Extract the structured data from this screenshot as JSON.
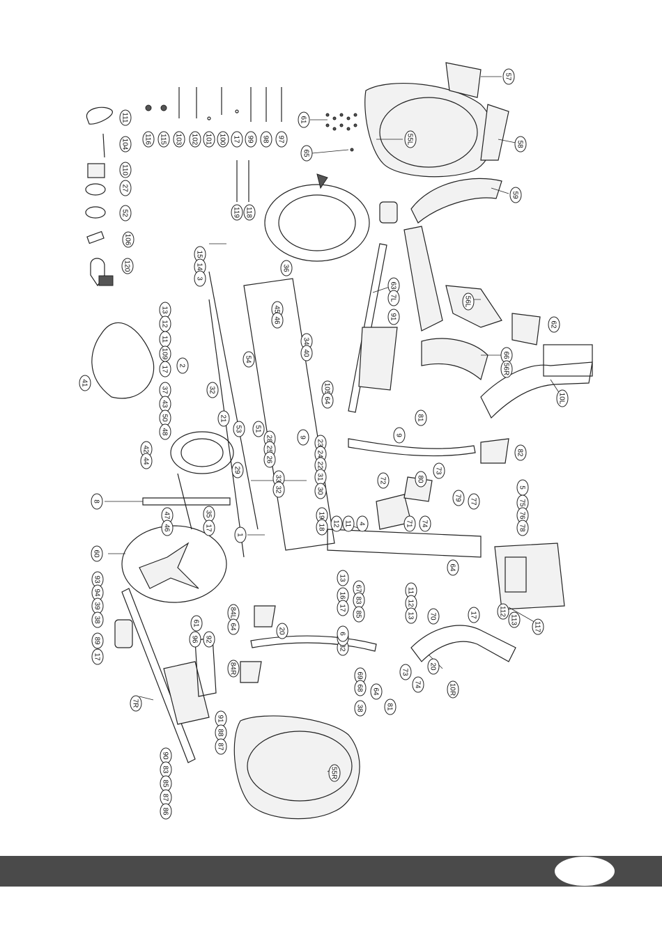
{
  "diagram": {
    "callouts": [
      {
        "id": "c111",
        "label": "111"
      },
      {
        "id": "c104",
        "label": "104"
      },
      {
        "id": "c110",
        "label": "110"
      },
      {
        "id": "c27",
        "label": "27"
      },
      {
        "id": "c52",
        "label": "52"
      },
      {
        "id": "c106",
        "label": "106"
      },
      {
        "id": "c120",
        "label": "120"
      },
      {
        "id": "c116",
        "label": "116"
      },
      {
        "id": "c115",
        "label": "115"
      },
      {
        "id": "c103",
        "label": "103"
      },
      {
        "id": "c102",
        "label": "102"
      },
      {
        "id": "c101",
        "label": "101"
      },
      {
        "id": "c100",
        "label": "100"
      },
      {
        "id": "c17a",
        "label": "17"
      },
      {
        "id": "c99",
        "label": "99"
      },
      {
        "id": "c98",
        "label": "98"
      },
      {
        "id": "c97",
        "label": "97"
      },
      {
        "id": "c119",
        "label": "119"
      },
      {
        "id": "c118",
        "label": "118"
      },
      {
        "id": "c61a",
        "label": "61"
      },
      {
        "id": "c65",
        "label": "65"
      },
      {
        "id": "c55l",
        "label": "55L"
      },
      {
        "id": "c57",
        "label": "57"
      },
      {
        "id": "c58",
        "label": "58"
      },
      {
        "id": "c59",
        "label": "59"
      },
      {
        "id": "c15",
        "label": "15"
      },
      {
        "id": "c14",
        "label": "14"
      },
      {
        "id": "c3",
        "label": "3"
      },
      {
        "id": "c36",
        "label": "36"
      },
      {
        "id": "c63",
        "label": "63"
      },
      {
        "id": "c7l",
        "label": "7L"
      },
      {
        "id": "c91a",
        "label": "91"
      },
      {
        "id": "c56l",
        "label": "56L"
      },
      {
        "id": "c62",
        "label": "62"
      },
      {
        "id": "c13a",
        "label": "13"
      },
      {
        "id": "c12a",
        "label": "12"
      },
      {
        "id": "c11a",
        "label": "11"
      },
      {
        "id": "c109",
        "label": "109"
      },
      {
        "id": "c17b",
        "label": "17"
      },
      {
        "id": "c2",
        "label": "2"
      },
      {
        "id": "c45",
        "label": "45"
      },
      {
        "id": "c46",
        "label": "46"
      },
      {
        "id": "c34",
        "label": "34"
      },
      {
        "id": "c40",
        "label": "40"
      },
      {
        "id": "c54",
        "label": "54"
      },
      {
        "id": "c66",
        "label": "66"
      },
      {
        "id": "c56r",
        "label": "56R"
      },
      {
        "id": "c10l",
        "label": "10L"
      },
      {
        "id": "c41",
        "label": "41"
      },
      {
        "id": "c37",
        "label": "37"
      },
      {
        "id": "c43",
        "label": "43"
      },
      {
        "id": "c50",
        "label": "50"
      },
      {
        "id": "c48",
        "label": "48"
      },
      {
        "id": "c32",
        "label": "32"
      },
      {
        "id": "c105",
        "label": "105"
      },
      {
        "id": "c64a",
        "label": "64"
      },
      {
        "id": "c81a",
        "label": "81"
      },
      {
        "id": "c82",
        "label": "82"
      },
      {
        "id": "c21",
        "label": "21"
      },
      {
        "id": "c53",
        "label": "53"
      },
      {
        "id": "c51",
        "label": "51"
      },
      {
        "id": "c28",
        "label": "28"
      },
      {
        "id": "c25",
        "label": "25"
      },
      {
        "id": "c26",
        "label": "26"
      },
      {
        "id": "c9a",
        "label": "9"
      },
      {
        "id": "c23",
        "label": "23"
      },
      {
        "id": "c24",
        "label": "24"
      },
      {
        "id": "c22",
        "label": "22"
      },
      {
        "id": "c31",
        "label": "31"
      },
      {
        "id": "c30",
        "label": "30"
      },
      {
        "id": "c9b",
        "label": "9"
      },
      {
        "id": "c42",
        "label": "42"
      },
      {
        "id": "c44",
        "label": "44"
      },
      {
        "id": "c29",
        "label": "29"
      },
      {
        "id": "c33",
        "label": "33"
      },
      {
        "id": "c32b",
        "label": "32"
      },
      {
        "id": "c80",
        "label": "80"
      },
      {
        "id": "c72",
        "label": "72"
      },
      {
        "id": "c73a",
        "label": "73"
      },
      {
        "id": "c5",
        "label": "5"
      },
      {
        "id": "c79",
        "label": "79"
      },
      {
        "id": "c77",
        "label": "77"
      },
      {
        "id": "c75",
        "label": "75"
      },
      {
        "id": "c76",
        "label": "76"
      },
      {
        "id": "c78",
        "label": "78"
      },
      {
        "id": "c71",
        "label": "71"
      },
      {
        "id": "c74a",
        "label": "74"
      },
      {
        "id": "c8",
        "label": "8"
      },
      {
        "id": "c35",
        "label": "35"
      },
      {
        "id": "c17c",
        "label": "17"
      },
      {
        "id": "c47",
        "label": "47"
      },
      {
        "id": "c46b",
        "label": "46"
      },
      {
        "id": "c19",
        "label": "19"
      },
      {
        "id": "c18",
        "label": "18"
      },
      {
        "id": "c12b",
        "label": "12"
      },
      {
        "id": "c11b",
        "label": "11"
      },
      {
        "id": "c4",
        "label": "4"
      },
      {
        "id": "c1",
        "label": "1"
      },
      {
        "id": "c64b",
        "label": "64"
      },
      {
        "id": "c60",
        "label": "60"
      },
      {
        "id": "c13b",
        "label": "13"
      },
      {
        "id": "c16",
        "label": "16"
      },
      {
        "id": "c17d",
        "label": "17"
      },
      {
        "id": "c67",
        "label": "67"
      },
      {
        "id": "c83a",
        "label": "83"
      },
      {
        "id": "c85a",
        "label": "85"
      },
      {
        "id": "c11c",
        "label": "11"
      },
      {
        "id": "c12c",
        "label": "12"
      },
      {
        "id": "c13c",
        "label": "13"
      },
      {
        "id": "c70",
        "label": "70"
      },
      {
        "id": "c17e",
        "label": "17"
      },
      {
        "id": "c112",
        "label": "112"
      },
      {
        "id": "c113",
        "label": "113"
      },
      {
        "id": "c117",
        "label": "117"
      },
      {
        "id": "c93",
        "label": "93"
      },
      {
        "id": "c94",
        "label": "94"
      },
      {
        "id": "c39",
        "label": "39"
      },
      {
        "id": "c38a",
        "label": "38"
      },
      {
        "id": "c89",
        "label": "89"
      },
      {
        "id": "c17f",
        "label": "17"
      },
      {
        "id": "c84l",
        "label": "84L"
      },
      {
        "id": "c64c",
        "label": "64"
      },
      {
        "id": "c20a",
        "label": "20"
      },
      {
        "id": "c92",
        "label": "92"
      },
      {
        "id": "c96",
        "label": "96"
      },
      {
        "id": "c61b",
        "label": "61"
      },
      {
        "id": "c84r",
        "label": "84R"
      },
      {
        "id": "c82b",
        "label": "82"
      },
      {
        "id": "c6b",
        "label": "6"
      },
      {
        "id": "c6a",
        "label": "6"
      },
      {
        "id": "c69",
        "label": "69"
      },
      {
        "id": "c68",
        "label": "68"
      },
      {
        "id": "c38b",
        "label": "38"
      },
      {
        "id": "c64d",
        "label": "64"
      },
      {
        "id": "c81b",
        "label": "81"
      },
      {
        "id": "c73b",
        "label": "73"
      },
      {
        "id": "c74b",
        "label": "74"
      },
      {
        "id": "c20b",
        "label": "20"
      },
      {
        "id": "c10r",
        "label": "10R"
      },
      {
        "id": "c7r",
        "label": "7R"
      },
      {
        "id": "c91b",
        "label": "91"
      },
      {
        "id": "c88",
        "label": "88"
      },
      {
        "id": "c87a",
        "label": "87"
      },
      {
        "id": "c90",
        "label": "90"
      },
      {
        "id": "c83b",
        "label": "83"
      },
      {
        "id": "c85b",
        "label": "85"
      },
      {
        "id": "c87b",
        "label": "87"
      },
      {
        "id": "c86",
        "label": "86"
      },
      {
        "id": "c55r",
        "label": "55R"
      }
    ]
  }
}
